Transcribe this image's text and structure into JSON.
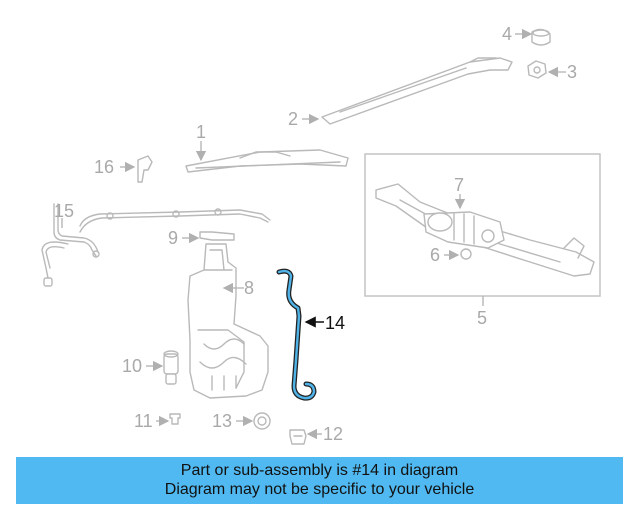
{
  "highlight_color": "#4fb3e8",
  "banner_color": "#50b9f1",
  "callouts": {
    "c1": "1",
    "c2": "2",
    "c3": "3",
    "c4": "4",
    "c5": "5",
    "c6": "6",
    "c7": "7",
    "c8": "8",
    "c9": "9",
    "c10": "10",
    "c11": "11",
    "c12": "12",
    "c13": "13",
    "c14": "14",
    "c15": "15",
    "c16": "16"
  },
  "banner": {
    "line1": "Part or sub-assembly is #14 in diagram",
    "line2": "Diagram may not be specific to your vehicle"
  }
}
